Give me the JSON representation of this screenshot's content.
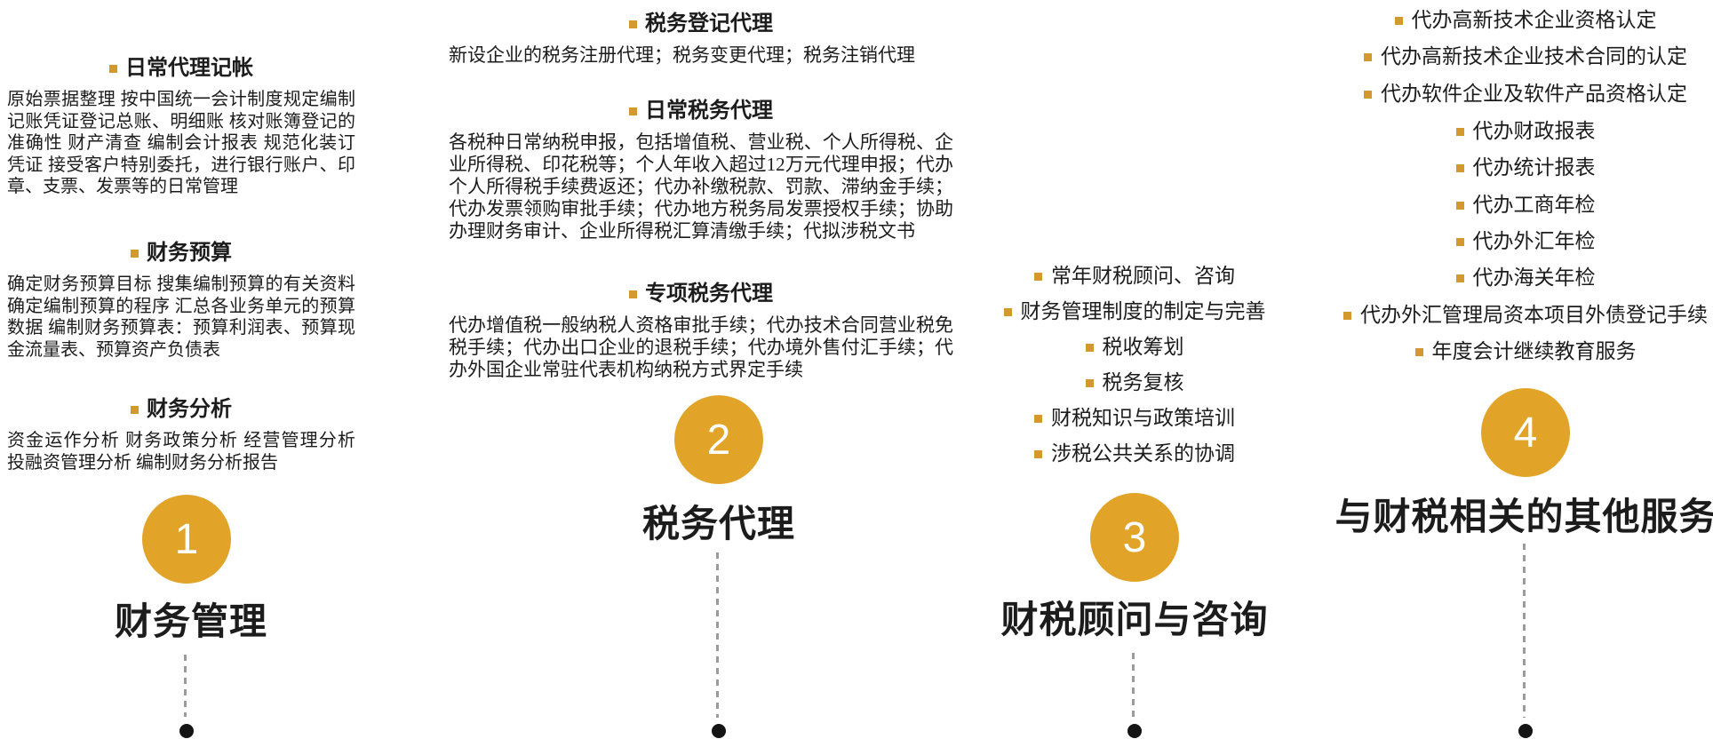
{
  "palette": {
    "accent_circle": "#e2a428",
    "bullet": "#d4992e",
    "text": "#1c1c1c",
    "dash_line": "#9b9b9b",
    "end_dot": "#141414",
    "circle_number": "#ffffff"
  },
  "groups": [
    {
      "number": "1",
      "title": "财务管理",
      "sections": [
        {
          "heading": "日常代理记帐",
          "body": "原始票据整理 按中国统一会计制度规定编制记账凭证登记总账、明细账 核对账簿登记的准确性 财产清查 编制会计报表 规范化装订凭证 接受客户特别委托，进行银行账户、印章、支票、发票等的日常管理"
        },
        {
          "heading": "财务预算",
          "body": "确定财务预算目标 搜集编制预算的有关资料 确定编制预算的程序 汇总各业务单元的预算数据 编制财务预算表：预算利润表、预算现金流量表、预算资产负债表"
        },
        {
          "heading": "财务分析",
          "body": "资金运作分析 财务政策分析 经营管理分析 投融资管理分析 编制财务分析报告"
        }
      ]
    },
    {
      "number": "2",
      "title": "税务代理",
      "sections": [
        {
          "heading": "税务登记代理",
          "body": "新设企业的税务注册代理；税务变更代理；税务注销代理"
        },
        {
          "heading": "日常税务代理",
          "body": "各税种日常纳税申报，包括增值税、营业税、个人所得税、企业所得税、印花税等；个人年收入超过12万元代理申报；代办个人所得税手续费返还；代办补缴税款、罚款、滞纳金手续；代办发票领购审批手续；代办地方税务局发票授权手续；协助办理财务审计、企业所得税汇算清缴手续；代拟涉税文书"
        },
        {
          "heading": "专项税务代理",
          "body": "代办增值税一般纳税人资格审批手续；代办技术合同营业税免税手续；代办出口企业的退税手续；代办境外售付汇手续；代办外国企业常驻代表机构纳税方式界定手续"
        }
      ]
    },
    {
      "number": "3",
      "title": "财税顾问与咨询",
      "items": [
        "常年财税顾问、咨询",
        "财务管理制度的制定与完善",
        "税收筹划",
        "税务复核",
        "财税知识与政策培训",
        "涉税公共关系的协调"
      ]
    },
    {
      "number": "4",
      "title": "与财税相关的其他服务",
      "items": [
        "代办高新技术企业资格认定",
        "代办高新技术企业技术合同的认定",
        "代办软件企业及软件产品资格认定",
        "代办财政报表",
        "代办统计报表",
        "代办工商年检",
        "代办外汇年检",
        "代办海关年检",
        "代办外汇管理局资本项目外债登记手续",
        "年度会计继续教育服务"
      ]
    }
  ]
}
